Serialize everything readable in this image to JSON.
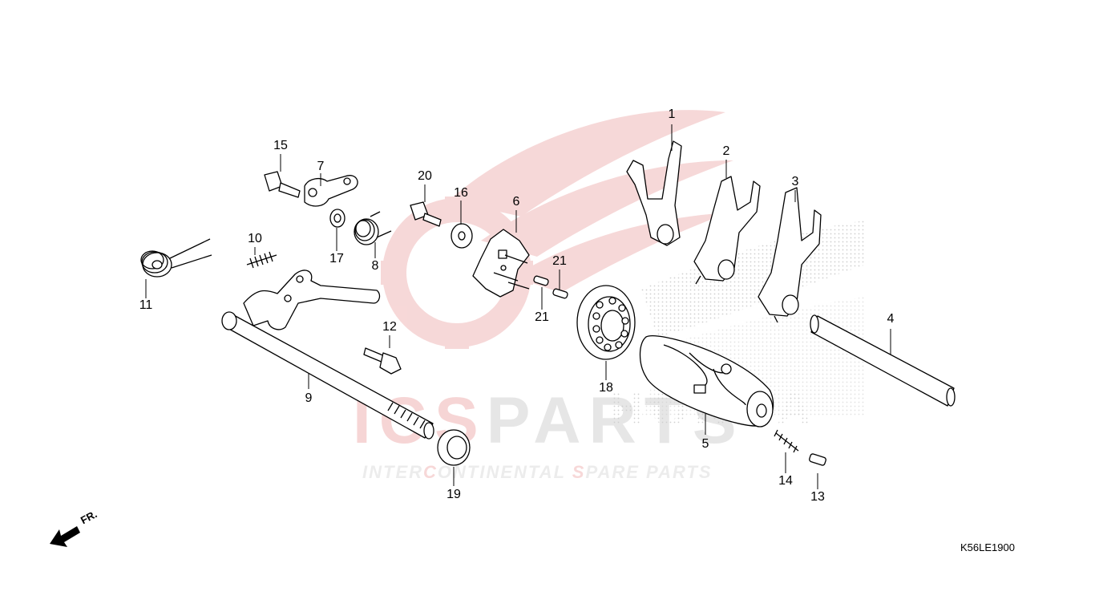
{
  "watermark": {
    "brand_prefix": "ICS",
    "brand_suffix": "PARTS",
    "tagline_a": "INTER",
    "tagline_b": "C",
    "tagline_c": "ONTINENTAL ",
    "tagline_d": "S",
    "tagline_e": "PARE PARTS",
    "colors": {
      "wing": "#f3c8c8",
      "gray": "#e4e4e4"
    }
  },
  "callouts": [
    {
      "id": "1",
      "text": "1"
    },
    {
      "id": "2",
      "text": "2"
    },
    {
      "id": "3",
      "text": "3"
    },
    {
      "id": "4",
      "text": "4"
    },
    {
      "id": "5",
      "text": "5"
    },
    {
      "id": "6",
      "text": "6"
    },
    {
      "id": "7",
      "text": "7"
    },
    {
      "id": "8",
      "text": "8"
    },
    {
      "id": "9",
      "text": "9"
    },
    {
      "id": "10",
      "text": "10"
    },
    {
      "id": "11",
      "text": "11"
    },
    {
      "id": "12",
      "text": "12"
    },
    {
      "id": "13",
      "text": "13"
    },
    {
      "id": "14",
      "text": "14"
    },
    {
      "id": "15",
      "text": "15"
    },
    {
      "id": "16",
      "text": "16"
    },
    {
      "id": "17",
      "text": "17"
    },
    {
      "id": "18",
      "text": "18"
    },
    {
      "id": "19",
      "text": "19"
    },
    {
      "id": "20",
      "text": "20"
    },
    {
      "id": "21a",
      "text": "21"
    },
    {
      "id": "21b",
      "text": "21"
    }
  ],
  "direction_label": "FR.",
  "diagram_code": "K56LE1900"
}
